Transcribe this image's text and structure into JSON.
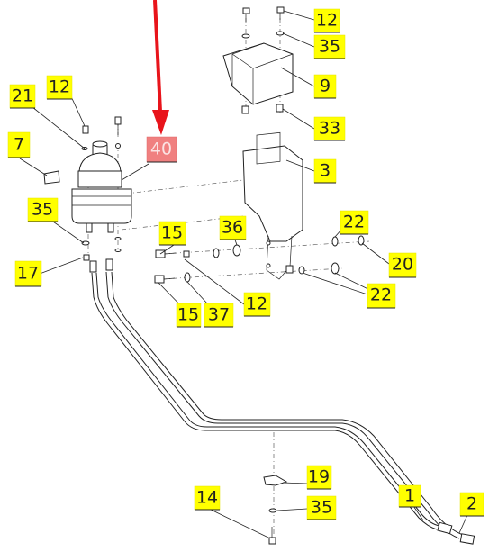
{
  "diagram": {
    "callouts": [
      {
        "id": "c12a",
        "label": "12"
      },
      {
        "id": "c35a",
        "label": "35"
      },
      {
        "id": "c9",
        "label": "9"
      },
      {
        "id": "c33",
        "label": "33"
      },
      {
        "id": "c3",
        "label": "3"
      },
      {
        "id": "c21",
        "label": "21"
      },
      {
        "id": "c12b",
        "label": "12"
      },
      {
        "id": "c7",
        "label": "7"
      },
      {
        "id": "c40",
        "label": "40"
      },
      {
        "id": "c35b",
        "label": "35"
      },
      {
        "id": "c17",
        "label": "17"
      },
      {
        "id": "c15a",
        "label": "15"
      },
      {
        "id": "c36",
        "label": "36"
      },
      {
        "id": "c22a",
        "label": "22"
      },
      {
        "id": "c20",
        "label": "20"
      },
      {
        "id": "c22b",
        "label": "22"
      },
      {
        "id": "c15b",
        "label": "15"
      },
      {
        "id": "c37",
        "label": "37"
      },
      {
        "id": "c12c",
        "label": "12"
      },
      {
        "id": "c19",
        "label": "19"
      },
      {
        "id": "c14",
        "label": "14"
      },
      {
        "id": "c35c",
        "label": "35"
      },
      {
        "id": "c1",
        "label": "1"
      },
      {
        "id": "c2",
        "label": "2"
      }
    ],
    "colors": {
      "callout_fill": "#ffff00",
      "highlight_fill": "#f08080",
      "arrow": "#e8141b",
      "line": "#222222"
    }
  }
}
